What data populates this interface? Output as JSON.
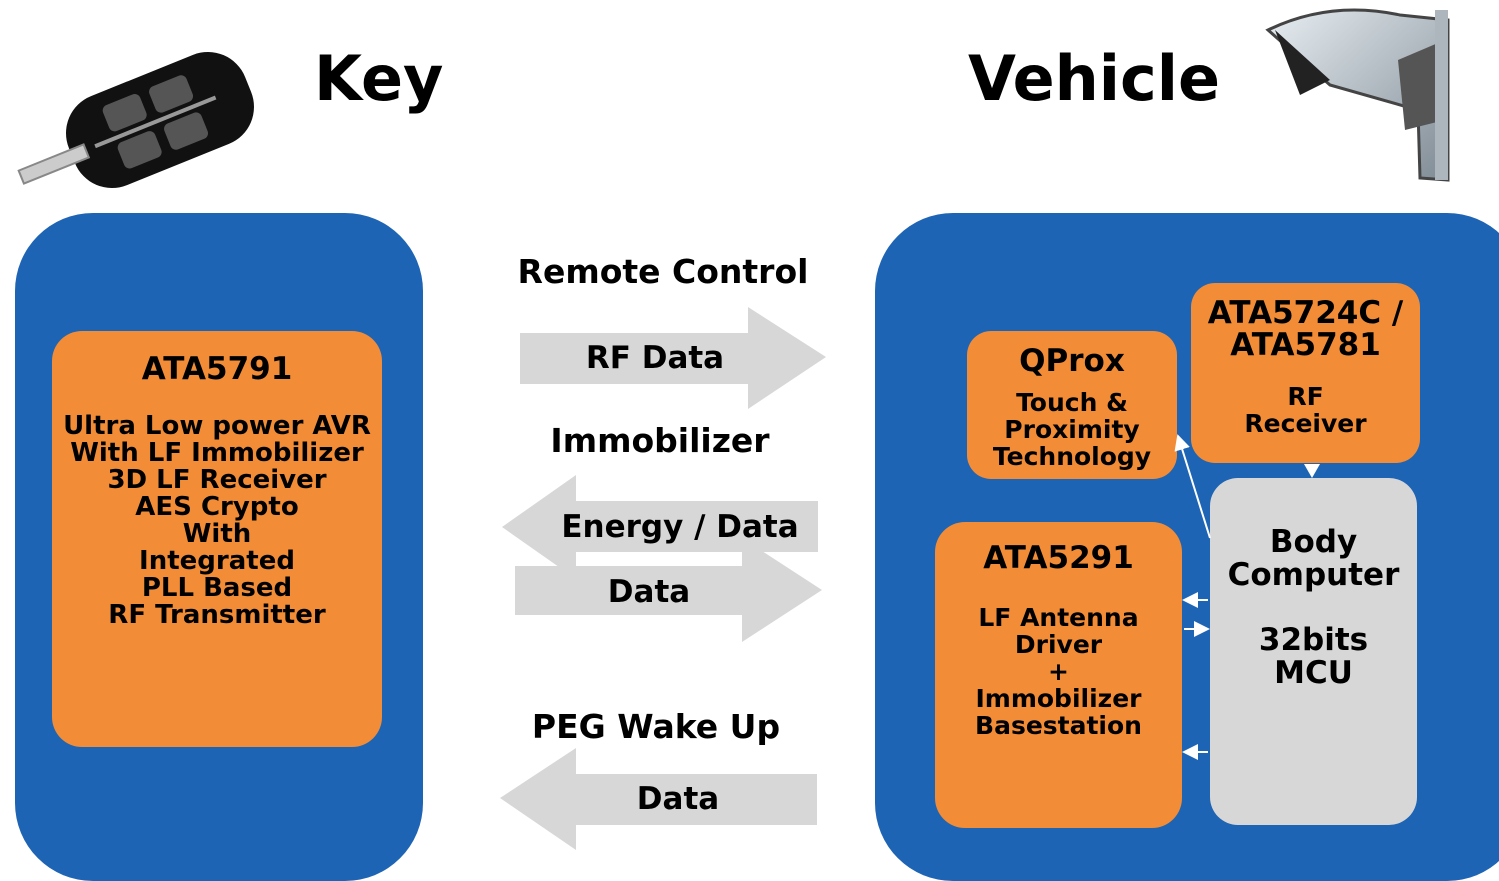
{
  "headings": {
    "key": "Key",
    "vehicle": "Vehicle"
  },
  "key_module": {
    "title": "ATA5791",
    "lines": [
      "Ultra Low power AVR",
      "With LF Immobilizer",
      "3D LF Receiver",
      "AES Crypto",
      "With",
      "Integrated",
      "PLL Based",
      "RF Transmitter"
    ]
  },
  "links": {
    "remote_control": {
      "title": "Remote Control",
      "arrow_label": "RF Data"
    },
    "immobilizer": {
      "title": "Immobilizer",
      "arrow_label_1": "Energy / Data",
      "arrow_label_2": "Data"
    },
    "peg": {
      "title": "PEG Wake Up",
      "arrow_label": "Data"
    }
  },
  "qprox": {
    "title": "QProx",
    "lines": [
      "Touch &",
      "Proximity",
      "Technology"
    ]
  },
  "rf_receiver": {
    "title_lines": [
      "ATA5724C /",
      "ATA5781"
    ],
    "lines": [
      "RF",
      "Receiver"
    ]
  },
  "ata5291": {
    "title": "ATA5291",
    "lines": [
      "LF Antenna",
      "Driver",
      "+",
      "Immobilizer",
      "Basestation"
    ]
  },
  "body_computer": {
    "lines": [
      "Body",
      "Computer"
    ],
    "mcu_lines": [
      "32bits",
      "MCU"
    ]
  },
  "colors": {
    "panel": "#1e64b4",
    "module": "#f28c36",
    "computer": "#d7d7d7",
    "arrow": "#d7d7d7"
  },
  "icons": {
    "key": "car-key-fob-icon",
    "vehicle": "car-door-icon"
  }
}
